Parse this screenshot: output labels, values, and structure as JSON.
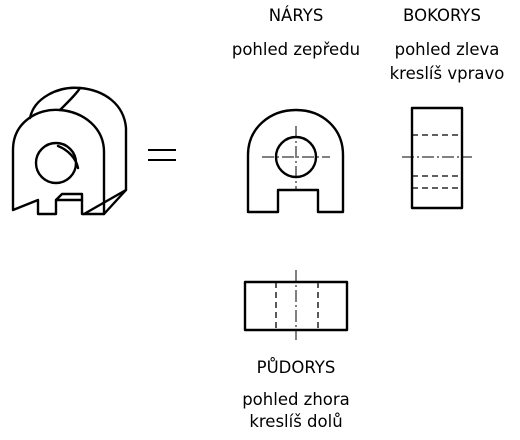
{
  "front_view": {
    "title": "NÁRYS",
    "caption_line1": "pohled zepředu"
  },
  "side_view": {
    "title": "BOKORYS",
    "caption_line1": "pohled zleva",
    "caption_line2": "kreslíš vpravo"
  },
  "top_view": {
    "title": "PŮDORYS",
    "caption_line1": "pohled zhora",
    "caption_line2": "kreslíš dolů"
  },
  "equals_sign": "="
}
